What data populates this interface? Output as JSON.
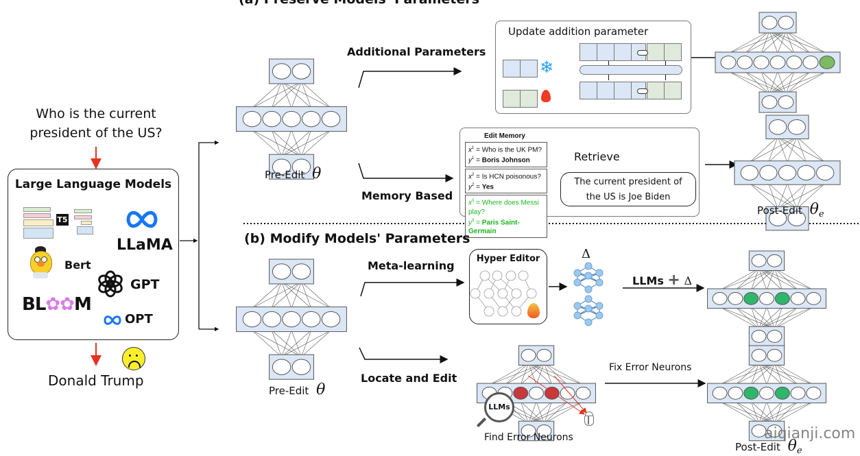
{
  "question": {
    "line1": "Who is the current",
    "line2": "president of the US?"
  },
  "llm_box": {
    "title": "Large Language Models",
    "models": [
      {
        "name": "T5",
        "icon": "t5-diagram-icon"
      },
      {
        "name": "LLaMA",
        "icon": "meta-infinity-icon"
      },
      {
        "name": "Bert",
        "icon": "bert-muppet-icon"
      },
      {
        "name": "GPT",
        "icon": "openai-knot-icon"
      },
      {
        "name": "BLOOM",
        "icon": "bloom-flower-icon"
      },
      {
        "name": "OPT",
        "icon": "meta-infinity-icon"
      }
    ]
  },
  "wrong_answer": {
    "text": "Donald Trump",
    "icon": "sad-face-icon"
  },
  "section_a": {
    "title": "(a) Preserve Models' Parameters",
    "pre_edit_label": "Pre-Edit",
    "pre_edit_symbol": "θ",
    "branch_additional": {
      "label": "Additional Parameters",
      "box_title": "Update addition parameter",
      "legend": [
        {
          "state": "frozen",
          "icon": "snowflake-icon"
        },
        {
          "state": "trainable",
          "icon": "fire-icon"
        }
      ],
      "link_icon": "paperclip-icon"
    },
    "branch_memory": {
      "label": "Memory Based",
      "memory_title": "Edit Memory",
      "entries": [
        {
          "x_label": "x",
          "y_label": "y",
          "index": "1",
          "question": "Who is the UK PM?",
          "answer": "Boris Johnson",
          "highlight": false
        },
        {
          "x_label": "x",
          "y_label": "y",
          "index": "2",
          "question": "Is HCN poisonous?",
          "answer": "Yes",
          "highlight": false
        },
        {
          "x_label": "x",
          "y_label": "y",
          "index": "3",
          "question": "Where does Messi play?",
          "answer": "Paris Saint-Germain",
          "highlight": true
        }
      ],
      "retrieve_label": "Retrieve",
      "answer_line1": "The current president of",
      "answer_line2": "the US is Joe Biden"
    },
    "post_edit_label": "Post-Edit",
    "post_edit_symbol": "θ",
    "post_edit_subscript": "e"
  },
  "section_b": {
    "title": "(b) Modify Models' Parameters",
    "pre_edit_label": "Pre-Edit",
    "pre_edit_symbol": "θ",
    "branch_meta": {
      "label": "Meta-learning",
      "editor_title": "Hyper Editor",
      "delta_symbol": "Δ",
      "combine_label_left": "LLMs",
      "combine_plus": "+",
      "combine_label_right": "Δ"
    },
    "branch_locate": {
      "label": "Locate and Edit",
      "magnifier_text": "LLMs",
      "find_label": "Find Error Neurons",
      "fix_label": "Fix Error Neurons"
    },
    "post_edit_label": "Post-Edit",
    "post_edit_symbol": "θ",
    "post_edit_subscript": "e"
  },
  "colors": {
    "layer_fill": "#dbe7f6",
    "added_fill": "#dfeadd",
    "edited_neuron": "#2fb66a",
    "error_neuron": "#c8373b",
    "arrow_red": "#e53323",
    "meta_blue": "#1877f2",
    "memory_green": "#1db521"
  },
  "watermark": "aiqianji.com"
}
